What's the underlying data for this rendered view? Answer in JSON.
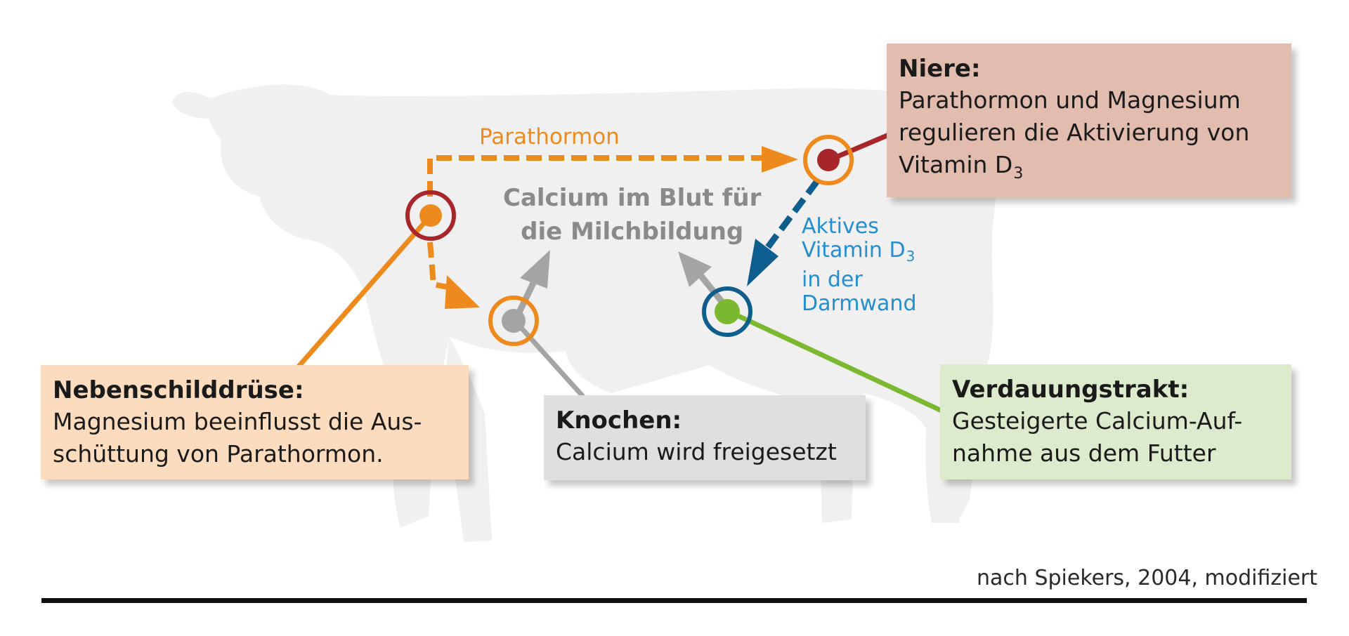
{
  "niere": {
    "title": "Niere:",
    "line1": "Parathormon und Magnesium",
    "line2": "regulieren die Aktivierung von",
    "line3": "Vitamin D",
    "line3_sub": "3"
  },
  "nebenschilddruese": {
    "title": "Nebenschilddrüse:",
    "line1": "Magnesium beeinflusst die Aus-",
    "line2": "schüttung von Parathormon."
  },
  "knochen": {
    "title": "Knochen:",
    "line1": "Calcium wird freigesetzt"
  },
  "verdauungstrakt": {
    "title": "Verdauungstrakt:",
    "line1": "Gesteigerte Calcium-Auf-",
    "line2": "nahme aus dem Futter"
  },
  "labels": {
    "parathormon": "Parathormon",
    "calcium_line1": "Calcium im Blut für",
    "calcium_line2": "die Milchbildung",
    "aktives_line1": "Aktives",
    "aktives_line2": "Vitamin D",
    "aktives_line2_sub": "3",
    "aktives_line3": "in der",
    "aktives_line4": "Darmwand"
  },
  "source": "nach Spiekers, 2004, modifiziert",
  "colors": {
    "cow_silhouette": "#f0f0f0",
    "parathormon_orange": "#ee8a1c",
    "kidney_red": "#a8262a",
    "vitamin_blue": "#0d5e8f",
    "gut_green": "#7ab82f",
    "bone_gray": "#a4a4a4",
    "label_blue": "#1f8fd2"
  }
}
